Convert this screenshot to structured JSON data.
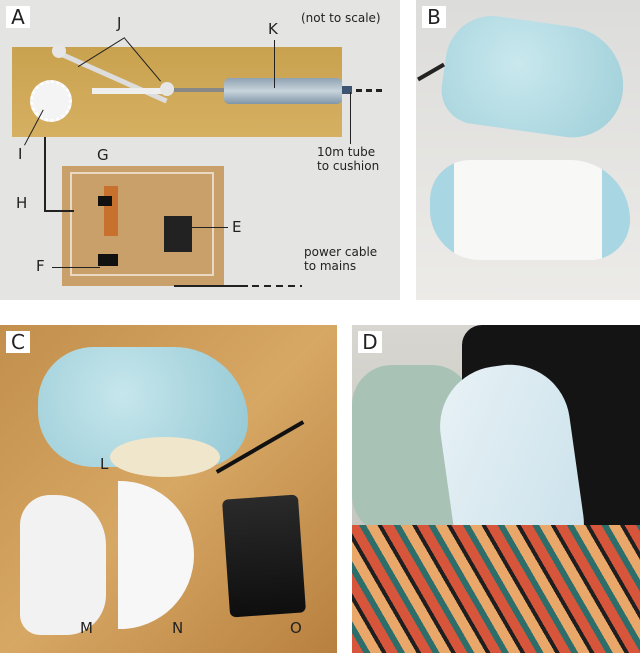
{
  "panels": {
    "A": {
      "label": "A",
      "note": "(not to scale)",
      "parts": {
        "E": "E",
        "F": "F",
        "G": "G",
        "H": "H",
        "I": "I",
        "J": "J",
        "K": "K"
      },
      "tube_caption": [
        "10m tube",
        "to cushion"
      ],
      "power_caption": [
        "power cable",
        "to mains"
      ]
    },
    "B": {
      "label": "B"
    },
    "C": {
      "label": "C",
      "parts": {
        "L": "L",
        "M": "M",
        "N": "N",
        "O": "O"
      }
    },
    "D": {
      "label": "D"
    }
  }
}
